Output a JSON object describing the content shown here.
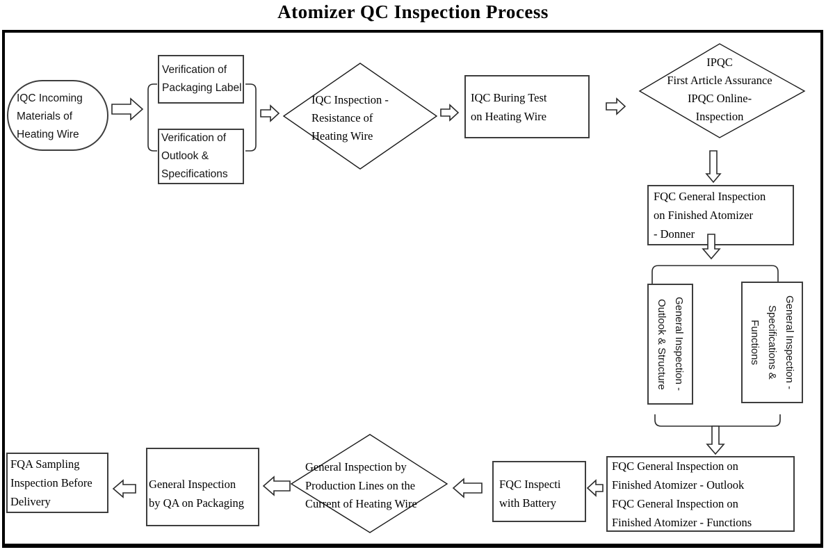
{
  "title": "Atomizer QC Inspection Process",
  "nodes": {
    "incoming": "IQC Incoming\nMaterials of\nHeating Wire",
    "verify_label": "Verification of\nPackaging Label",
    "verify_outlook": "Verification of\nOutlook &\nSpecifications",
    "iqc_resistance": "IQC Inspection -\nResistance of\nHeating Wire",
    "iqc_buring": "IQC Buring Test\non Heating Wire",
    "ipqc": "IPQC\nFirst Article Assurance\nIPQC Online-\nInspection",
    "fqc_donner": "FQC General Inspection\non Finished Atomizer\n- Donner",
    "gi_outlook_structure": "General Inspection -\nOutlook & Structure",
    "gi_spec_functions": "General Inspection -\nSpecifications &\nFunctions",
    "fqc_outlook_functions": "FQC General Inspection on\nFinished Atomizer - Outlook\nFQC General Inspection on\nFinished Atomizer - Functions",
    "fqc_battery": "FQC Inspecti\nwith Battery",
    "gi_production": "General Inspection by\nProduction Lines on the\nCurrent of Heating Wire",
    "qa_packaging": "General Inspection\nby QA on Packaging",
    "fqa_sampling": "FQA Sampling\nInspection Before\nDelivery"
  },
  "colors": {
    "ink": "#000000",
    "shape_border": "#3d3d3d",
    "frame_border": "#000000",
    "background": "#ffffff"
  }
}
